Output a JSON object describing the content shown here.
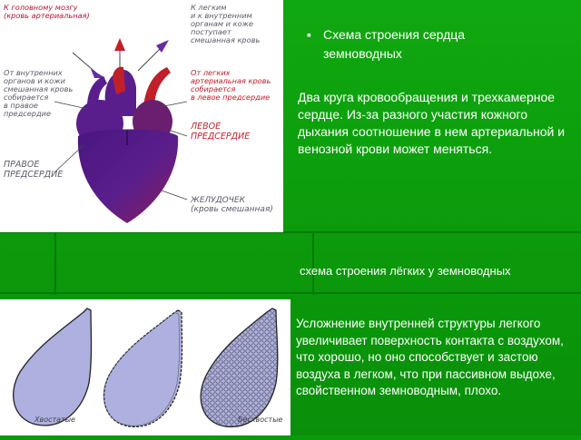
{
  "heart_panel": {
    "labels": {
      "top_left": "К головному мозгу\n(кровь артериальная)",
      "top_right": "К легким\nи к внутренним\nорганам и коже\nпоступает\nсмешанная кровь",
      "mid_left": "От внутренних\nорганов и кожи\nсмешанная кровь\nсобирается\nв правое\nпредсердие",
      "mid_right": "От легких\nартериальная кровь\nсобирается\nв левое предсердие",
      "left_atrium": "ЛЕВОЕ\nПРЕДСЕРДИЕ",
      "right_atrium": "ПРАВОЕ\nПРЕДСЕРДИЕ",
      "ventricle": "ЖЕЛУДОЧЕК\n(кровь смешанная)"
    }
  },
  "slide": {
    "bullet": "Схема строения сердца земноводных",
    "paragraph1": "Два круга кровообращения и трехкамерное сердце. Из-за разного участия кожного дыхания соотношение в нем артериальной и венозной крови может меняться.",
    "lungs_caption": "схема строения лёгких у земноводных",
    "paragraph2": "Усложнение внутренней структуры легкого увеличивает поверхность контакта с воздухом, что хорошо, но оно способствует и застою воздуха в легком, что при пассивном выдохе, свойственном земноводным, плохо."
  },
  "lungs_panel": {
    "caption_left": "Хвостатые",
    "caption_right": "Бесхвостые"
  },
  "colors": {
    "background": "#0b9a0b",
    "heart": "#5a1e8c",
    "lung_fill": "#aeb0e0"
  }
}
